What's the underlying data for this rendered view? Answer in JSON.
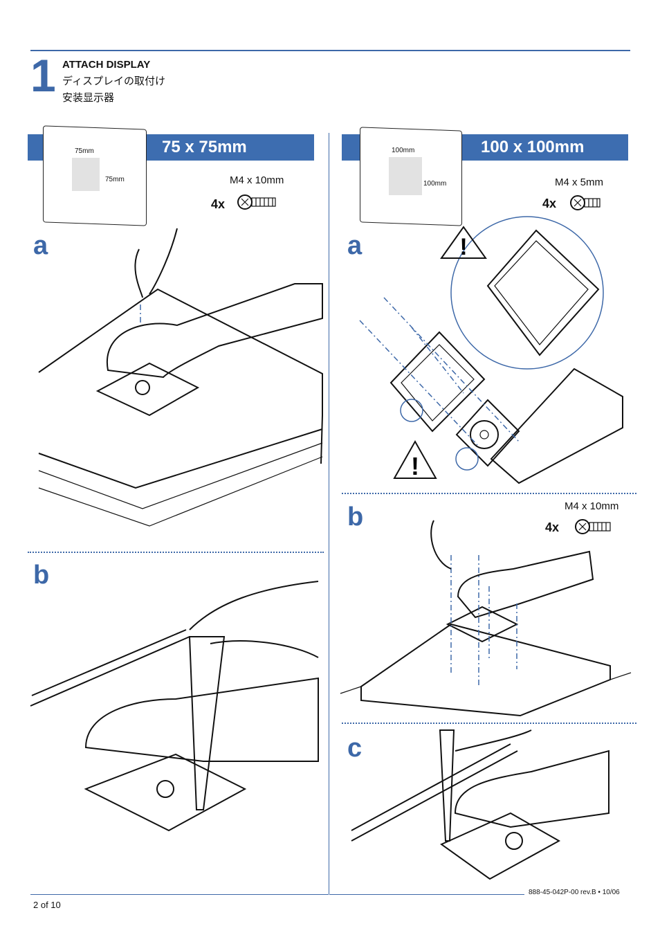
{
  "header": {
    "step_number": "1",
    "title_en": "ATTACH DISPLAY",
    "title_ja": "ディスプレイの取付け",
    "title_zh": "安装显示器"
  },
  "left": {
    "banner": "75 x 75mm",
    "dim_top": "75mm",
    "dim_side": "75mm",
    "screw_spec": "M4 x 10mm",
    "qty": "4x",
    "section_a": "a",
    "section_b": "b"
  },
  "right": {
    "banner": "100 x 100mm",
    "dim_top": "100mm",
    "dim_side": "100mm",
    "screw_spec": "M4 x 5mm",
    "qty": "4x",
    "section_a": "a",
    "section_b": "b",
    "section_b_screw_spec": "M4 x 10mm",
    "section_b_qty": "4x",
    "section_c": "c"
  },
  "footer": {
    "page": "2 of 10",
    "doc_ref": "888-45-042P-00 rev.B • 10/06"
  },
  "colors": {
    "accent": "#3d68a8",
    "banner": "#3d6db0"
  }
}
